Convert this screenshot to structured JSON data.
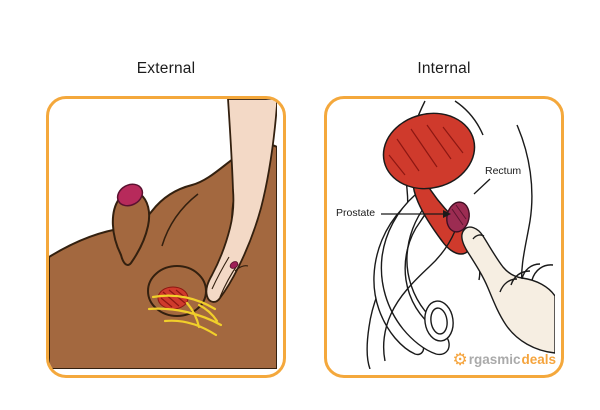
{
  "panels": {
    "external": {
      "title": "External"
    },
    "internal": {
      "title": "Internal",
      "labels": {
        "rectum": "Rectum",
        "prostate": "Prostate"
      }
    }
  },
  "watermark": {
    "gear_glyph": "⚙",
    "brand_gray": "rgasmic",
    "brand_orange": "deals"
  },
  "colors": {
    "page_bg": "#ffffff",
    "panel_border": "#f4a83c",
    "panel_bg": "#ffffff",
    "title_text": "#1c1c1c",
    "line_black": "#1a1a1a",
    "outline_dark": "#33200f",
    "skin_dark": "#a3683f",
    "skin_light_hand": "#f3d9c6",
    "skin_pale_hand": "#f6eee2",
    "glans_pink": "#b72a5b",
    "nail_magenta": "#9e1f56",
    "rectum_red": "#cf3a2c",
    "red_dark": "#8d1712",
    "prostate_maroon": "#9c2c52",
    "nerve_yellow": "#f1cf2a",
    "watermark_gray": "#a6a6a6",
    "watermark_orange": "#f5a033"
  }
}
